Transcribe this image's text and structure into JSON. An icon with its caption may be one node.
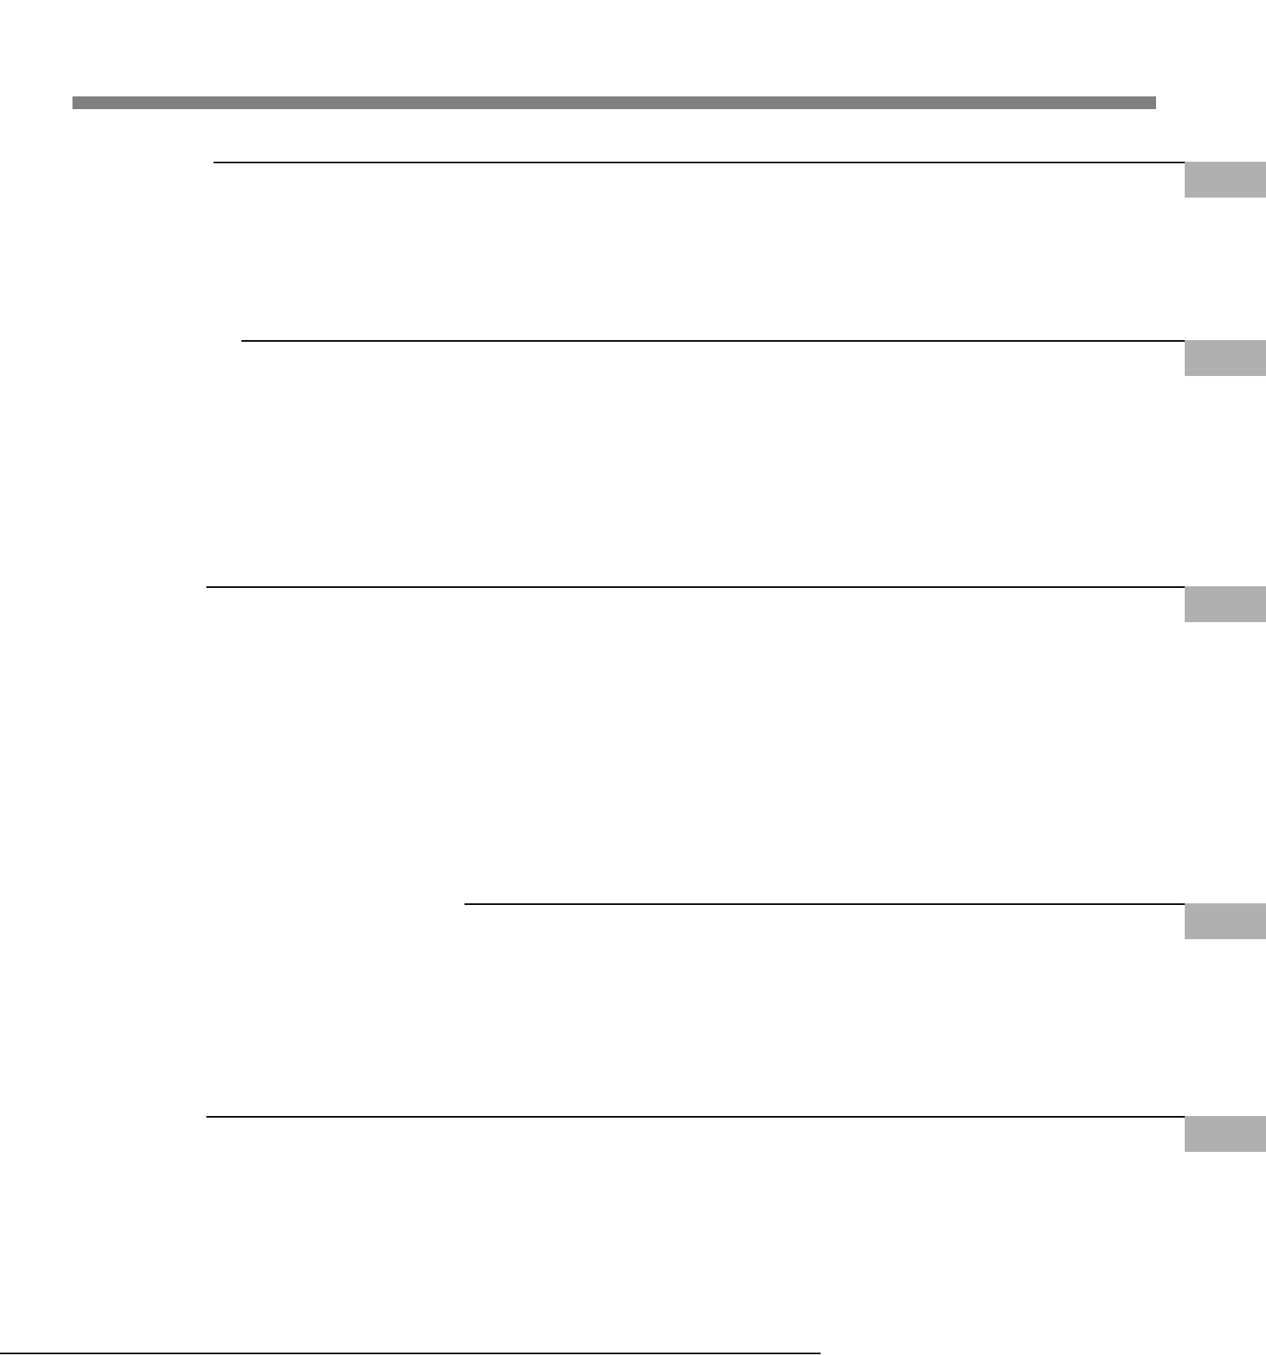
{
  "diagram": {
    "nodes": [
      {
        "text": [],
        "shape": "box"
      },
      {
        "text": [],
        "shape": "box"
      },
      {
        "text": [],
        "shape": "box"
      },
      {
        "text": [],
        "shape": "box"
      },
      {
        "text": [],
        "shape": "box"
      }
    ]
  }
}
